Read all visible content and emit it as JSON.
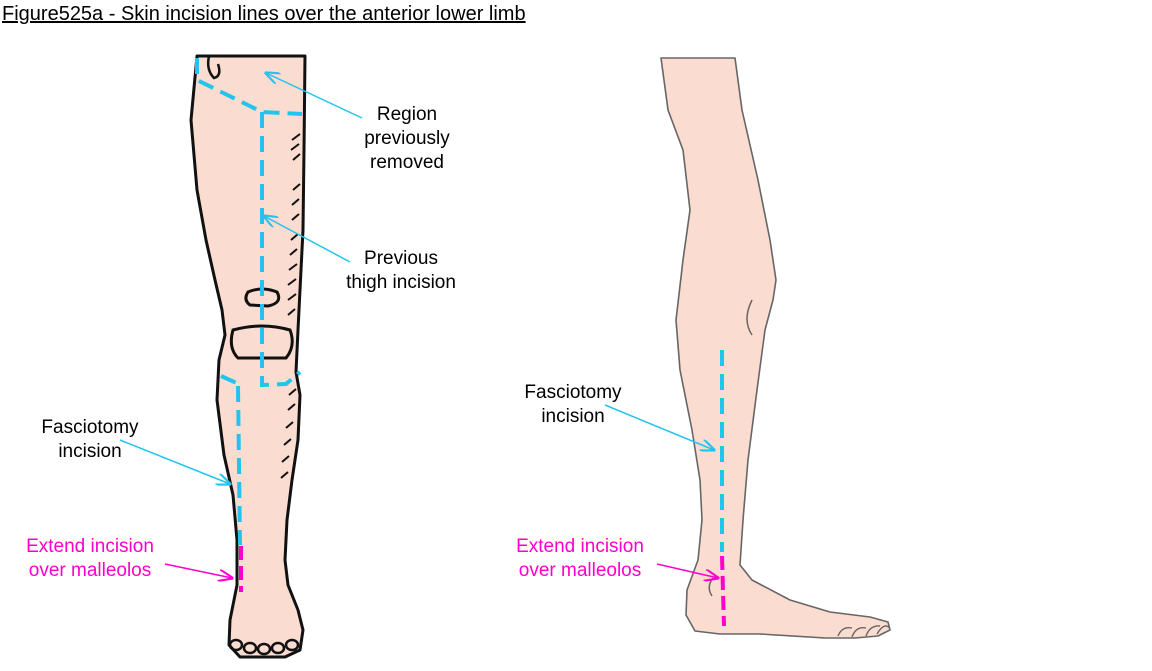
{
  "figure_title": "Figure525a - Skin incision lines over the anterior lower limb",
  "left_panel": {
    "region_label": [
      "Region",
      "previously",
      "removed"
    ],
    "thigh_label": [
      "Previous",
      "thigh incision"
    ],
    "fasciotomy_label": [
      "Fasciotomy",
      "incision"
    ],
    "extend_label": [
      "Extend incision",
      "over malleolos"
    ]
  },
  "right_panel": {
    "fasciotomy_label": [
      "Fasciotomy",
      "incision"
    ],
    "extend_label": [
      "Extend incision",
      "over malleolos"
    ]
  },
  "colors": {
    "skin": "#fadcd0",
    "incision": "#22c4ee",
    "extension": "#ff00cc",
    "outline": "#111111",
    "outline_right": "#666666"
  }
}
